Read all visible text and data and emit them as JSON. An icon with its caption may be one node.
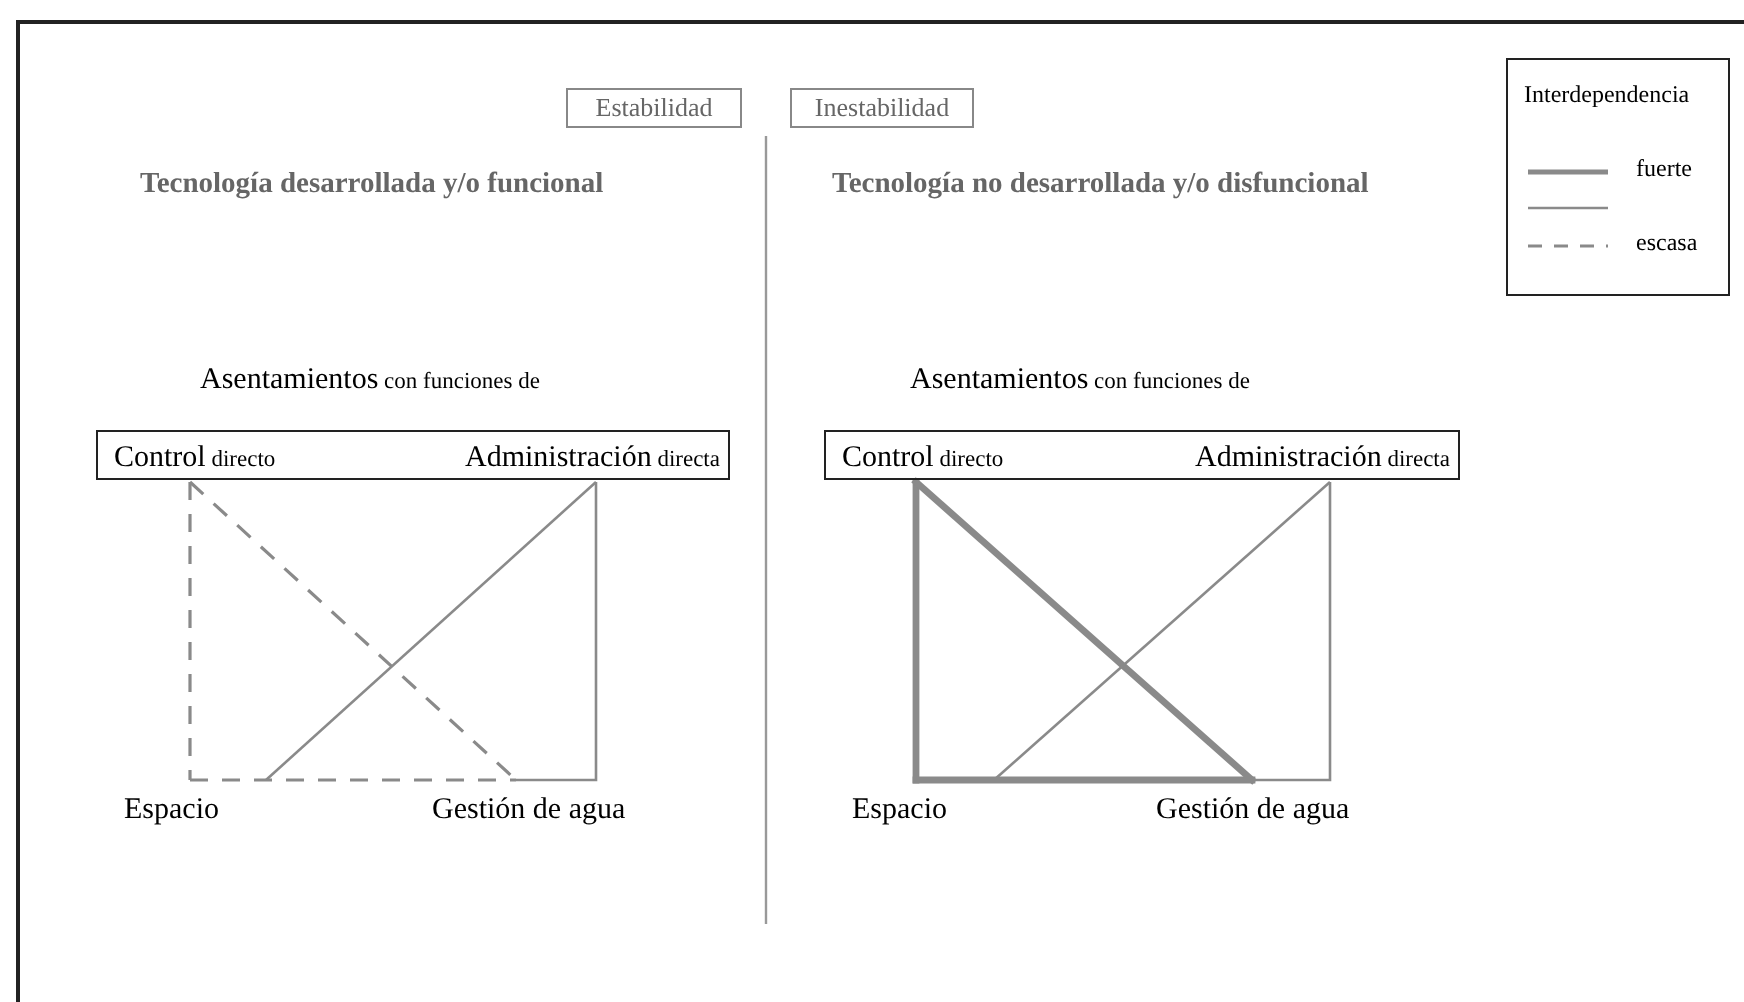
{
  "diagram": {
    "nodes": [
      {
        "text": [
          "Estabilidad"
        ]
      },
      {
        "text": [
          "Inestabilidad"
        ]
      },
      {
        "text": [
          "Asentamientos con funciones de"
        ]
      },
      {
        "text": [
          "Control directo"
        ],
        "in": 2
      },
      {
        "text": [
          "Administración directa"
        ],
        "in": 2
      },
      {
        "text": [
          "Espacio"
        ]
      },
      {
        "text": [
          "Gestión de agua"
        ]
      },
      {
        "text": [
          "Asentamientos con funciones de"
        ]
      },
      {
        "text": [
          "Control directo"
        ],
        "in": 7
      },
      {
        "text": [
          "Administración directa"
        ],
        "in": 7
      },
      {
        "text": [
          "Espacio"
        ]
      },
      {
        "text": [
          "Gestión de agua"
        ]
      }
    ],
    "edges": [
      {
        "from": 3,
        "to": 5,
        "arrow": "none",
        "style": "dashed"
      },
      {
        "from": 3,
        "to": 6,
        "arrow": "none",
        "style": "dashed"
      },
      {
        "from": 4,
        "to": 5,
        "arrow": "none"
      },
      {
        "from": 4,
        "to": 6,
        "arrow": "none"
      },
      {
        "from": 5,
        "to": 6,
        "arrow": "none",
        "style": "dashed"
      },
      {
        "from": 8,
        "to": 10,
        "arrow": "none",
        "style": "thick"
      },
      {
        "from": 8,
        "to": 11,
        "arrow": "none",
        "style": "thick"
      },
      {
        "from": 9,
        "to": 10,
        "arrow": "none"
      },
      {
        "from": 9,
        "to": 11,
        "arrow": "none"
      },
      {
        "from": 10,
        "to": 11,
        "arrow": "none",
        "style": "thick"
      }
    ],
    "labels": [
      "Tecnología desarrollada y/o funcional",
      "Tecnología no desarrollada y/o disfuncional",
      "Interdependencia"
    ],
    "legend": [
      {
        "text": "fuerte"
      },
      {
        "text": "escasa"
      }
    ]
  }
}
